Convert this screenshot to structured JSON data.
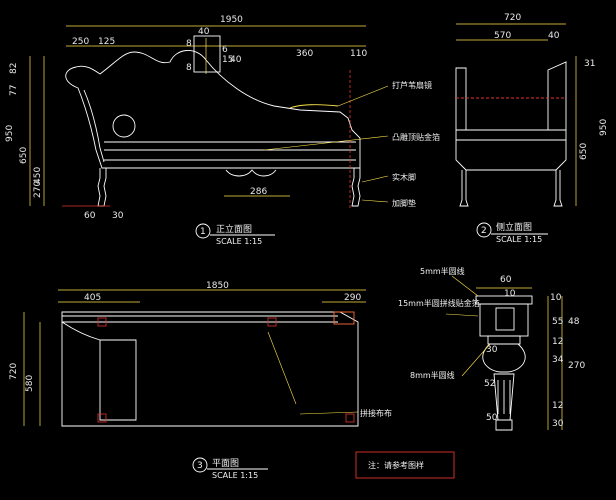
{
  "front_view": {
    "title": "正立面图",
    "scale": "SCALE 1:15",
    "number": "1",
    "dims_top": [
      "1950",
      "250",
      "125",
      "40",
      "360",
      "110"
    ],
    "dims_left": [
      "82",
      "77",
      "950",
      "650",
      "450",
      "270"
    ],
    "dims_bottom": [
      "286"
    ],
    "dims_right_small": [
      "6",
      "15",
      "40"
    ],
    "detail_labels": [
      "8",
      "8"
    ],
    "callouts": [
      "打芦苇扇镜",
      "凸雕顶贴金箔",
      "实木脚",
      "加脚垫"
    ],
    "foot_dims": [
      "60",
      "30"
    ]
  },
  "side_view": {
    "title": "侧立面图",
    "scale": "SCALE 1:15",
    "number": "2",
    "dims_top": [
      "720",
      "570",
      "40"
    ],
    "dims_right": [
      "31",
      "950",
      "650"
    ]
  },
  "plan_view": {
    "title": "平面图",
    "scale": "SCALE 1:15",
    "number": "3",
    "dims_top": [
      "1850",
      "405",
      "290"
    ],
    "dims_left": [
      "720",
      "580"
    ],
    "callouts": [
      "拼接布布"
    ]
  },
  "leg_detail": {
    "callouts": [
      "5mm半圆线",
      "15mm半圆拼线贴金箔",
      "8mm半圆线"
    ],
    "dims_top": [
      "60",
      "10"
    ],
    "dims_left": [
      "30",
      "52",
      "50"
    ],
    "dims_right": [
      "10",
      "55",
      "12",
      "48",
      "34",
      "270",
      "12",
      "30"
    ]
  },
  "note": "注：请参考图样"
}
